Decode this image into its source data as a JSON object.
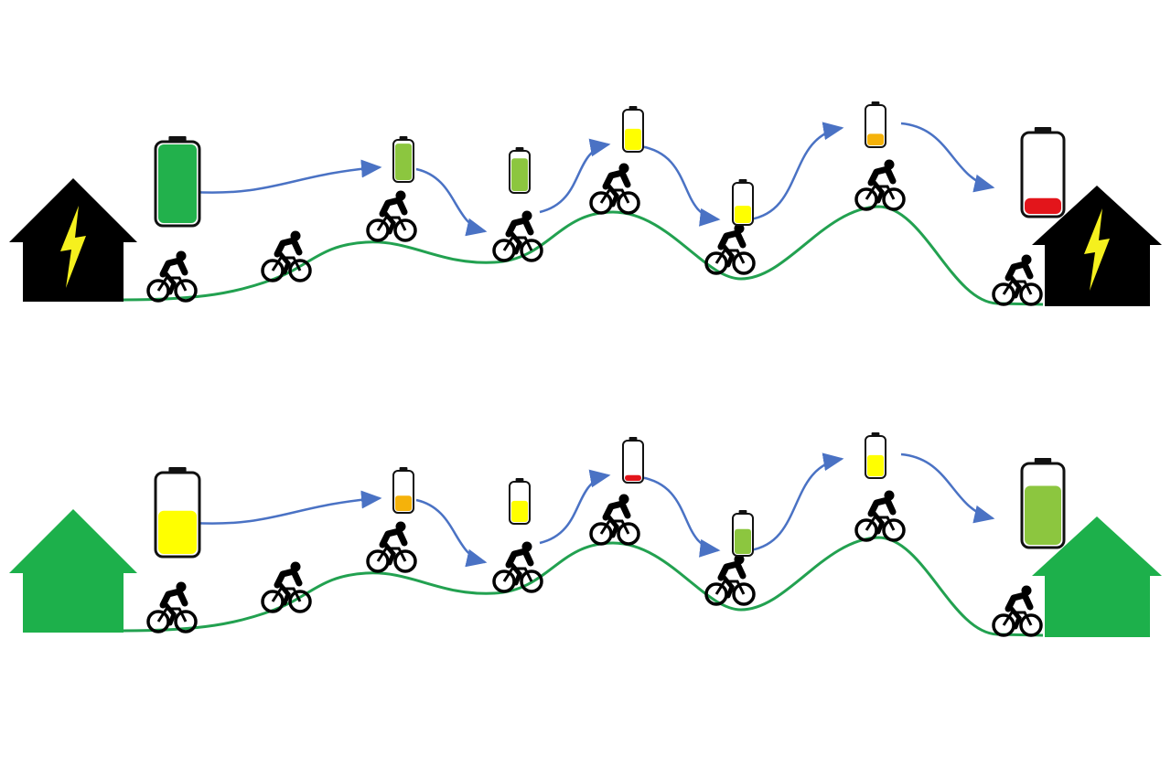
{
  "colors": {
    "terrain": "#22a150",
    "arrow": "#4a72c4",
    "house_powered": "#000000",
    "house_green": "#1db04b",
    "bolt": "#f5f01e",
    "battery_outline": "#111111"
  },
  "icons": [
    "house-icon",
    "lightning-bolt-icon",
    "battery-icon",
    "cyclist-icon",
    "arrow-icon"
  ],
  "scenarios": [
    {
      "house_style": "black-with-lightning",
      "battery_levels_percent": [
        100,
        95,
        85,
        55,
        45,
        30,
        20
      ],
      "battery_colors": [
        "#22b14c",
        "#8cc63f",
        "#8cc63f",
        "#ffff00",
        "#ffff00",
        "#f5b20a",
        "#e3151b"
      ]
    },
    {
      "house_style": "green",
      "battery_levels_percent": [
        55,
        40,
        55,
        15,
        65,
        55,
        75
      ],
      "battery_colors": [
        "#ffff00",
        "#f5b20a",
        "#ffff00",
        "#e3151b",
        "#8cc63f",
        "#ffff00",
        "#8cc63f"
      ]
    }
  ]
}
